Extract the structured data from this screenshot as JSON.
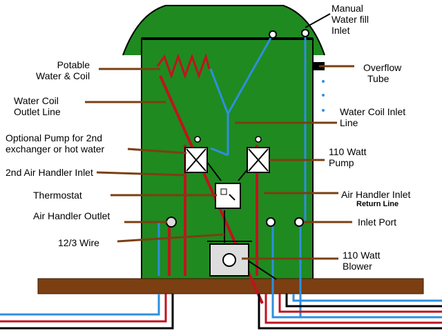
{
  "colors": {
    "tank_green": "#1f8a1f",
    "ground_brown": "#7b3f12",
    "hot_red": "#c0131f",
    "cold_blue": "#2e8fe0",
    "wire_black": "#000000",
    "component_white": "#ffffff"
  },
  "labels": {
    "manual_water_fill": [
      "Manual",
      "Water fill",
      "Inlet"
    ],
    "potable_water_coil": [
      "Potable",
      "Water & Coil"
    ],
    "overflow_tube": [
      "Overflow",
      "Tube"
    ],
    "water_coil_outlet": [
      "Water Coil",
      "Outlet Line"
    ],
    "water_coil_inlet": [
      "Water Coil Inlet",
      "Line"
    ],
    "optional_pump": [
      "Optional Pump for 2nd",
      "exchanger or hot water"
    ],
    "pump_110": [
      "110 Watt",
      "Pump"
    ],
    "second_air_handler_inlet": "2nd Air Handler Inlet",
    "thermostat": "Thermostat",
    "air_handler_inlet_return": "Air Handler Inlet",
    "return_line": "Return Line",
    "air_handler_outlet": "Air Handler Outlet",
    "inlet_port": "Inlet Port",
    "wire_12_3": "12/3 Wire",
    "blower_110": [
      "110 Watt",
      "Blower"
    ]
  },
  "icons": {
    "pump": "x-box-icon",
    "thermostat": "thermostat-icon",
    "blower": "blower-icon",
    "coil": "zigzag-coil-icon"
  }
}
